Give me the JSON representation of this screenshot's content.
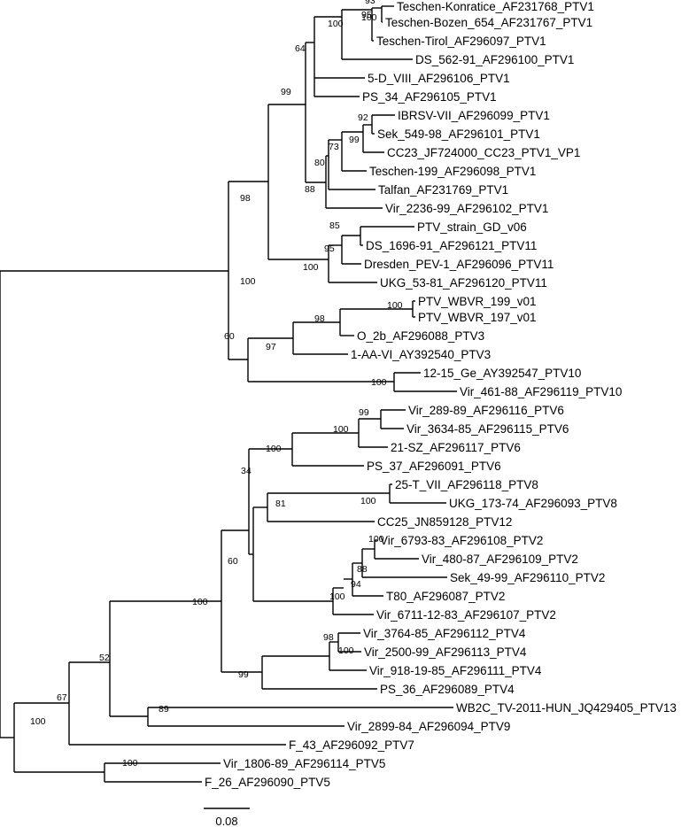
{
  "scale_bar": {
    "label": "0.08",
    "length": 0.08
  },
  "colors": {
    "default": "#000000",
    "highlight_blue": "#1f1fcc",
    "highlight_red": "#e8141e"
  },
  "leaves": [
    {
      "id": "t1",
      "label": "Teschen-Konratice_AF231768_PTV1",
      "color": "default"
    },
    {
      "id": "t2",
      "label": "Teschen-Bozen_654_AF231767_PTV1",
      "color": "default"
    },
    {
      "id": "t3",
      "label": "Teschen-Tirol_AF296097_PTV1",
      "color": "default"
    },
    {
      "id": "t4",
      "label": "DS_562-91_AF296100_PTV1",
      "color": "default"
    },
    {
      "id": "t5",
      "label": "5-D_VIII_AF296106_PTV1",
      "color": "default"
    },
    {
      "id": "t6",
      "label": "PS_34_AF296105_PTV1",
      "color": "default"
    },
    {
      "id": "t7",
      "label": "IBRSV-VII_AF296099_PTV1",
      "color": "default"
    },
    {
      "id": "t8",
      "label": "Sek_549-98_AF296101_PTV1",
      "color": "default"
    },
    {
      "id": "t9",
      "label": "CC23_JF724000_CC23_PTV1_VP1",
      "color": "default"
    },
    {
      "id": "t10",
      "label": "Teschen-199_AF296098_PTV1",
      "color": "default"
    },
    {
      "id": "t11",
      "label": "Talfan_AF231769_PTV1",
      "color": "default"
    },
    {
      "id": "t12",
      "label": "Vir_2236-99_AF296102_PTV1",
      "color": "default"
    },
    {
      "id": "t13",
      "label": "PTV_strain_GD_v06",
      "color": "highlight_blue"
    },
    {
      "id": "t14",
      "label": "DS_1696-91_AF296121_PTV11",
      "color": "default"
    },
    {
      "id": "t15",
      "label": "Dresden_PEV-1_AF296096_PTV11",
      "color": "default"
    },
    {
      "id": "t16",
      "label": "UKG_53-81_AF296120_PTV11",
      "color": "default"
    },
    {
      "id": "t17",
      "label": "PTV_WBVR_199_v01",
      "color": "highlight_red"
    },
    {
      "id": "t18",
      "label": "PTV_WBVR_197_v01",
      "color": "highlight_red"
    },
    {
      "id": "t19",
      "label": "O_2b_AF296088_PTV3",
      "color": "default"
    },
    {
      "id": "t20",
      "label": "1-AA-VI_AY392540_PTV3",
      "color": "default"
    },
    {
      "id": "t21",
      "label": "12-15_Ge_AY392547_PTV10",
      "color": "default"
    },
    {
      "id": "t22",
      "label": "Vir_461-88_AF296119_PTV10",
      "color": "default"
    },
    {
      "id": "t23",
      "label": "Vir_289-89_AF296116_PTV6",
      "color": "default"
    },
    {
      "id": "t24",
      "label": "Vir_3634-85_AF296115_PTV6",
      "color": "default"
    },
    {
      "id": "t25",
      "label": "21-SZ_AF296117_PTV6",
      "color": "default"
    },
    {
      "id": "t26",
      "label": "PS_37_AF296091_PTV6",
      "color": "default"
    },
    {
      "id": "t27",
      "label": "25-T_VII_AF296118_PTV8",
      "color": "default"
    },
    {
      "id": "t28",
      "label": "UKG_173-74_AF296093_PTV8",
      "color": "default"
    },
    {
      "id": "t29",
      "label": "CC25_JN859128_PTV12",
      "color": "default"
    },
    {
      "id": "t30",
      "label": "Vir_6793-83_AF296108_PTV2",
      "color": "default"
    },
    {
      "id": "t31",
      "label": "Vir_480-87_AF296109_PTV2",
      "color": "default"
    },
    {
      "id": "t32",
      "label": "Sek_49-99_AF296110_PTV2",
      "color": "default"
    },
    {
      "id": "t33",
      "label": "T80_AF296087_PTV2",
      "color": "default"
    },
    {
      "id": "t34",
      "label": "Vir_6711-12-83_AF296107_PTV2",
      "color": "default"
    },
    {
      "id": "t35",
      "label": "Vir_3764-85_AF296112_PTV4",
      "color": "default"
    },
    {
      "id": "t36",
      "label": "Vir_2500-99_AF296113_PTV4",
      "color": "default"
    },
    {
      "id": "t37",
      "label": "Vir_918-19-85_AF296111_PTV4",
      "color": "default"
    },
    {
      "id": "t38",
      "label": "PS_36_AF296089_PTV4",
      "color": "default"
    },
    {
      "id": "t39",
      "label": "WB2C_TV-2011-HUN_JQ429405_PTV13",
      "color": "default"
    },
    {
      "id": "t40",
      "label": "Vir_2899-84_AF296094_PTV9",
      "color": "default"
    },
    {
      "id": "t41",
      "label": "F_43_AF296092_PTV7",
      "color": "default"
    },
    {
      "id": "t42",
      "label": "Vir_1806-89_AF296114_PTV5",
      "color": "default"
    },
    {
      "id": "t43",
      "label": "F_26_AF296090_PTV5",
      "color": "default"
    }
  ],
  "supports": [
    {
      "id": "s1",
      "label": "93"
    },
    {
      "id": "s2",
      "label": "100"
    },
    {
      "id": "s3",
      "label": "95"
    },
    {
      "id": "s4",
      "label": "100"
    },
    {
      "id": "s5",
      "label": "64"
    },
    {
      "id": "s6",
      "label": "92"
    },
    {
      "id": "s7",
      "label": "99"
    },
    {
      "id": "s8",
      "label": "73"
    },
    {
      "id": "s9",
      "label": "80"
    },
    {
      "id": "s10",
      "label": "88"
    },
    {
      "id": "s11",
      "label": "99"
    },
    {
      "id": "s12",
      "label": "98"
    },
    {
      "id": "s13",
      "label": "85"
    },
    {
      "id": "s14",
      "label": "95"
    },
    {
      "id": "s15",
      "label": "100"
    },
    {
      "id": "s16",
      "label": "100"
    },
    {
      "id": "s17",
      "label": "100"
    },
    {
      "id": "s18",
      "label": "98"
    },
    {
      "id": "s19",
      "label": "97"
    },
    {
      "id": "s20",
      "label": "60"
    },
    {
      "id": "s21",
      "label": "100"
    },
    {
      "id": "s22",
      "label": "99"
    },
    {
      "id": "s23",
      "label": "100"
    },
    {
      "id": "s24",
      "label": "100"
    },
    {
      "id": "s25",
      "label": "34"
    },
    {
      "id": "s26",
      "label": "100"
    },
    {
      "id": "s27",
      "label": "81"
    },
    {
      "id": "s28",
      "label": "60"
    },
    {
      "id": "s29",
      "label": "100"
    },
    {
      "id": "s30",
      "label": "88"
    },
    {
      "id": "s31",
      "label": "94"
    },
    {
      "id": "s32",
      "label": "100"
    },
    {
      "id": "s33",
      "label": "100"
    },
    {
      "id": "s34",
      "label": "98"
    },
    {
      "id": "s35",
      "label": "100"
    },
    {
      "id": "s36",
      "label": "99"
    },
    {
      "id": "s37",
      "label": "52"
    },
    {
      "id": "s38",
      "label": "89"
    },
    {
      "id": "s39",
      "label": "67"
    },
    {
      "id": "s40",
      "label": "100"
    },
    {
      "id": "s41",
      "label": "100"
    }
  ]
}
